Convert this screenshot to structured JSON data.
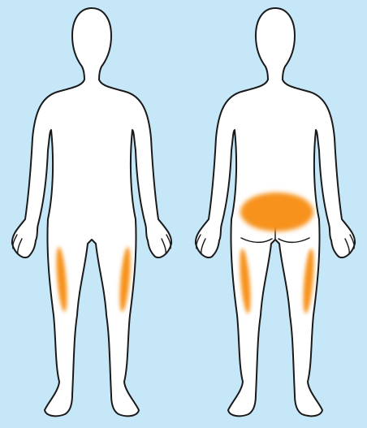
{
  "colors": {
    "background": "#c6e7f8",
    "figure_fill": "#ffffff",
    "outline": "#1a1a1a",
    "highlight": "#f7931e"
  },
  "figures": [
    {
      "view": "front",
      "highlighted_areas": [
        "left-outer-thigh",
        "right-outer-thigh"
      ]
    },
    {
      "view": "back",
      "highlighted_areas": [
        "buttocks",
        "left-outer-thigh",
        "right-outer-thigh"
      ]
    }
  ]
}
